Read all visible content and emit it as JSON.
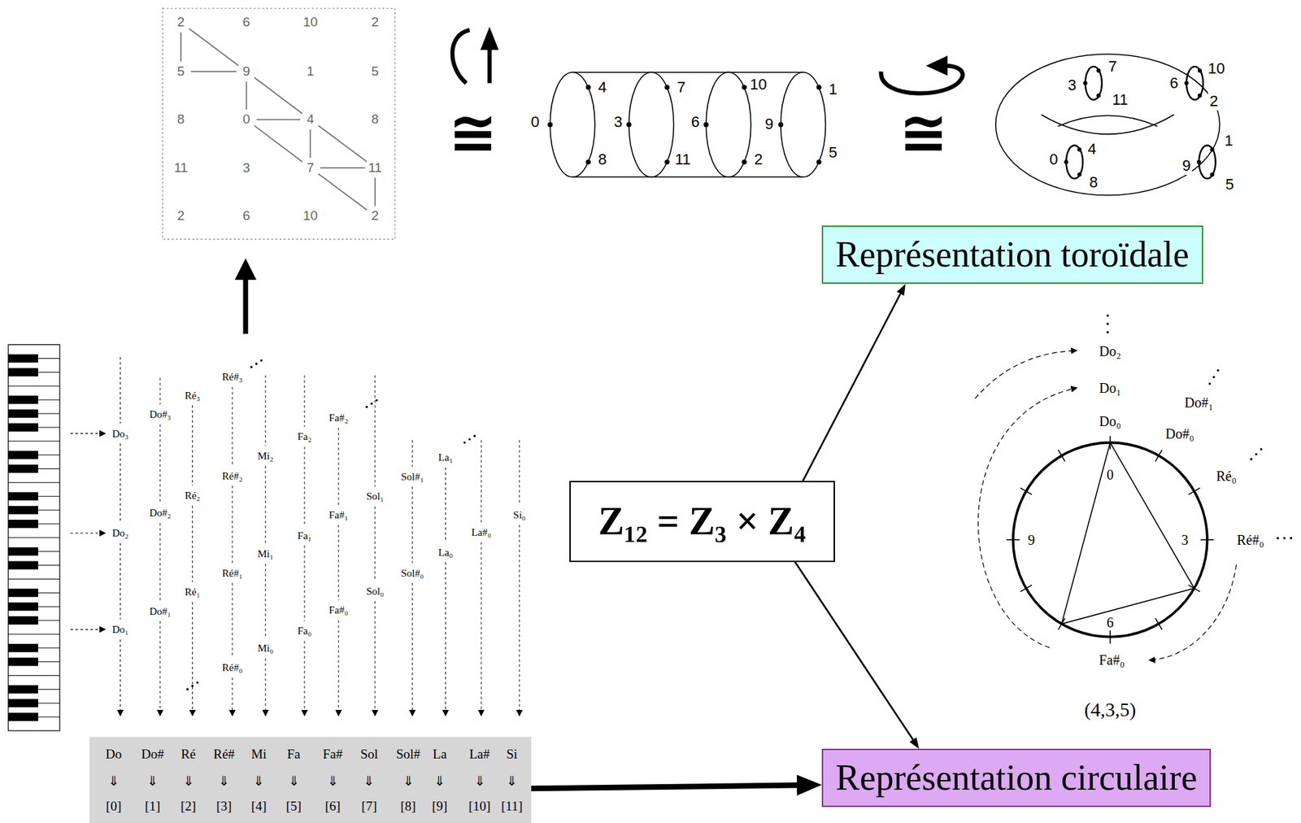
{
  "diagram": {
    "nodes": [
      {
        "text": [
          "Représentation toroïdale"
        ]
      },
      {
        "text": [
          "Z₁₂ = Z₃ × Z₄"
        ]
      },
      {
        "text": [
          "Do",
          "Do#",
          "Ré",
          "Ré#",
          "Mi",
          "Fa",
          "Fa#",
          "Sol",
          "Sol#",
          "La",
          "La#",
          "Si",
          "⇓",
          "⇓",
          "⇓",
          "⇓",
          "⇓",
          "⇓",
          "⇓",
          "⇓",
          "⇓",
          "⇓",
          "⇓",
          "⇓",
          "[0]",
          "[1]",
          "[2]",
          "[3]",
          "[4]",
          "[5]",
          "[6]",
          "[7]",
          "[8]",
          "[9]",
          "[10]",
          "[11]"
        ]
      },
      {
        "text": [
          "Représentation circulaire"
        ]
      }
    ],
    "edges": [
      {
        "from": 1,
        "to": 0,
        "arrow": "to"
      },
      {
        "from": 1,
        "to": 3,
        "arrow": "to"
      },
      {
        "from": 2,
        "to": 3,
        "arrow": "to"
      }
    ],
    "labels": [
      "2",
      "6",
      "10",
      "2",
      "5",
      "9",
      "1",
      "5",
      "8",
      "0",
      "4",
      "8",
      "11",
      "3",
      "7",
      "11",
      "2",
      "6",
      "10",
      "2",
      "≅",
      "≅",
      "0",
      "4",
      "8",
      "3",
      "7",
      "11",
      "6",
      "10",
      "2",
      "9",
      "1",
      "5",
      "3",
      "7",
      "11",
      "6",
      "10",
      "2",
      "0",
      "4",
      "8",
      "9",
      "1",
      "5",
      "Do₃",
      "Do₂",
      "Do₁",
      "Do#₃",
      "Do#₂",
      "Do#₁",
      "Ré₃",
      "Ré₂",
      "Ré₁",
      "Ré#₃",
      "Ré#₂",
      "Ré#₁",
      "Ré#₀",
      "Mi₂",
      "Mi₁",
      "Mi₀",
      "Fa₂",
      "Fa₁",
      "Fa₀",
      "Fa#₂",
      "Fa#₁",
      "Fa#₀",
      "Sol₁",
      "Sol₀",
      "Sol#₁",
      "Sol#₀",
      "La₁",
      "La₀",
      "La#₀",
      "Si₀",
      "Do₂",
      "Do₁",
      "Do₀",
      "Do#₁",
      "Do#₀",
      "Ré₀",
      "Ré#₀",
      "Fa#₀",
      "0",
      "3",
      "6",
      "9",
      "(4,3,5)"
    ]
  }
}
